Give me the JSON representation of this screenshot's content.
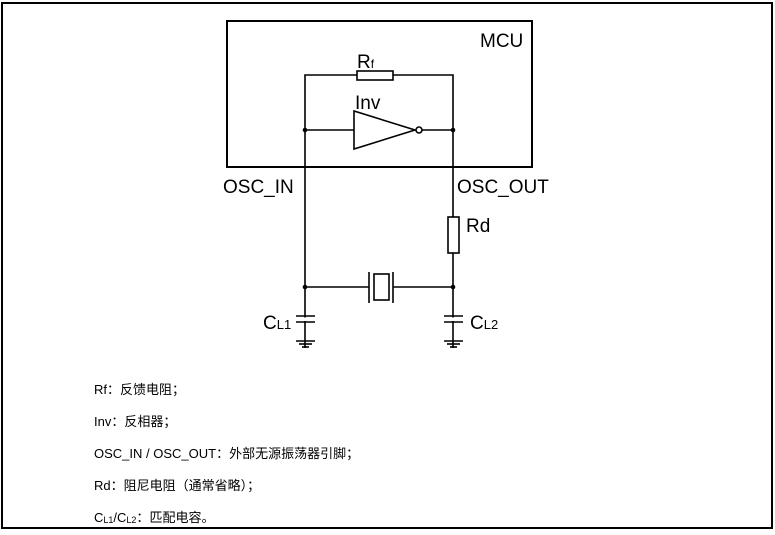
{
  "diagram": {
    "title_block": "MCU",
    "components": {
      "rf": {
        "label": "R",
        "sub": "f"
      },
      "inv": {
        "label": "Inv"
      },
      "rd": {
        "label": "Rd"
      },
      "cl1": {
        "label": "C",
        "sub": "L1"
      },
      "cl2": {
        "label": "C",
        "sub": "L2"
      }
    },
    "pins": {
      "osc_in": "OSC_IN",
      "osc_out": "OSC_OUT"
    }
  },
  "notes": [
    {
      "term": "Rf",
      "sep": "：",
      "desc": "反馈电阻；"
    },
    {
      "term": "Inv",
      "sep": "：",
      "desc": "反相器；"
    },
    {
      "term": "OSC_IN / OSC_OUT",
      "sep": "：",
      "desc": "外部无源振荡器引脚；"
    },
    {
      "term": "Rd",
      "sep": "：",
      "desc": "阻尼电阻（通常省略）；"
    },
    {
      "term_parts": [
        "C",
        "L1",
        "/C",
        "L2"
      ],
      "sep": "：",
      "desc": "匹配电容。"
    }
  ]
}
